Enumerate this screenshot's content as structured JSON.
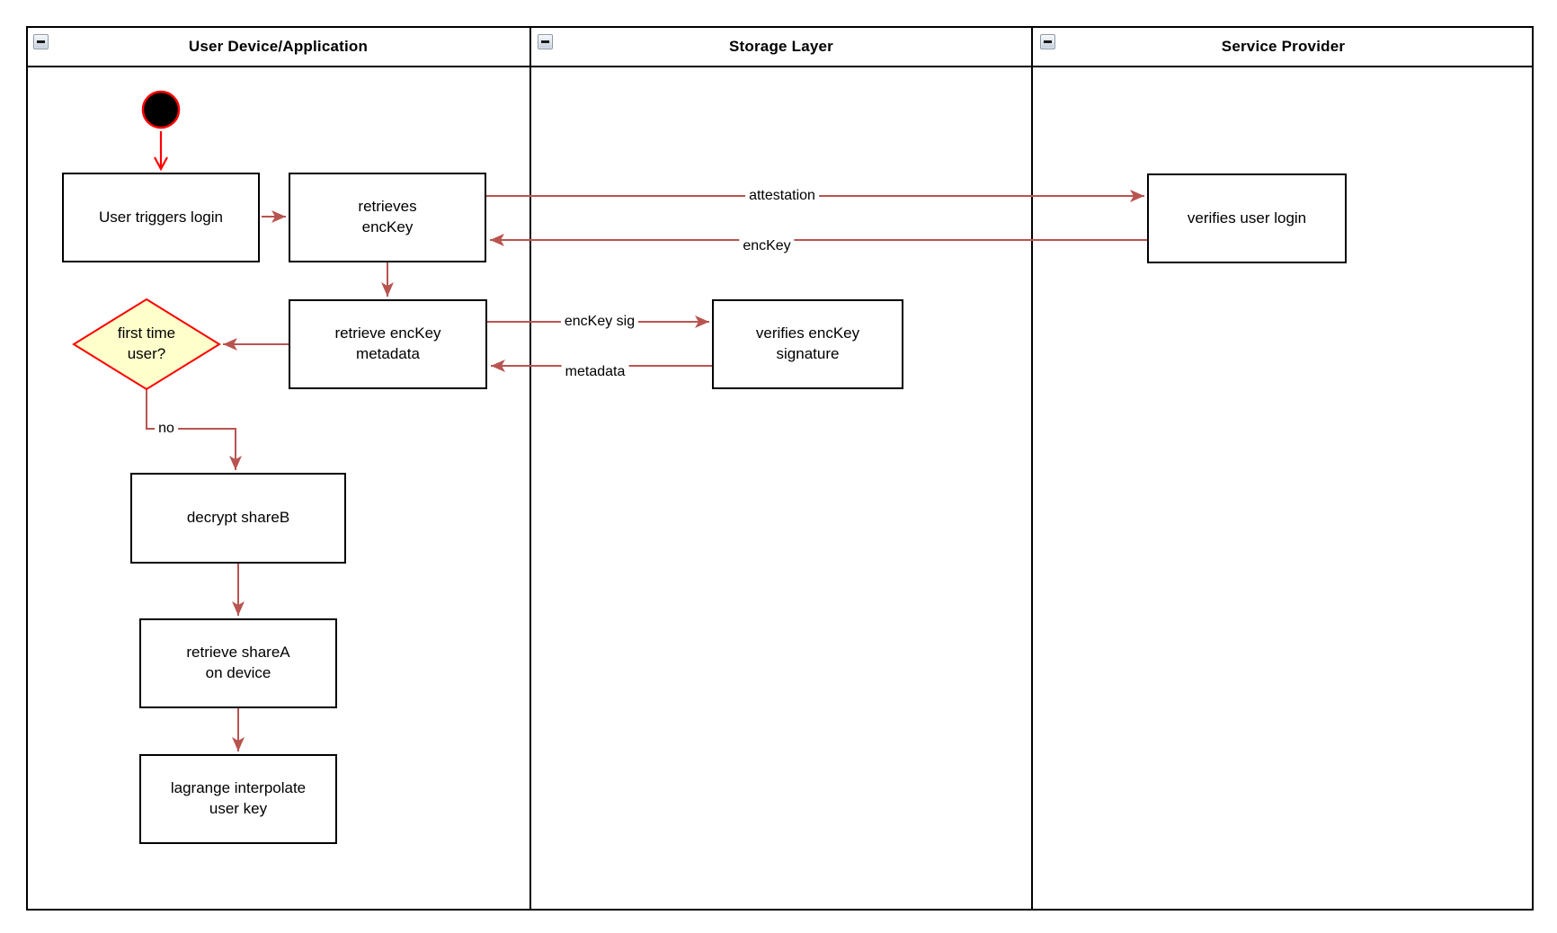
{
  "lanes": [
    {
      "title": "User Device/Application"
    },
    {
      "title": "Storage Layer"
    },
    {
      "title": "Service Provider"
    }
  ],
  "icons": {
    "collapse": "minus"
  },
  "nodes": {
    "start": {
      "type": "initial-node"
    },
    "user_triggers_login": {
      "label": "User triggers login"
    },
    "retrieves_enckey": {
      "label": "retrieves\nencKey"
    },
    "retrieve_enckey_metadata": {
      "label": "retrieve encKey\nmetadata"
    },
    "first_time_user": {
      "label": "first time\nuser?"
    },
    "decrypt_shareb": {
      "label": "decrypt shareB"
    },
    "retrieve_sharea": {
      "label": "retrieve shareA\non device"
    },
    "lagrange_interpolate": {
      "label": "lagrange interpolate\nuser key"
    },
    "verifies_enckey_signature": {
      "label": "verifies encKey\nsignature"
    },
    "verifies_user_login": {
      "label": "verifies user login"
    }
  },
  "edge_labels": {
    "attestation": "attestation",
    "enckey": "encKey",
    "enckey_sig": "encKey sig",
    "metadata": "metadata",
    "no_branch": "no"
  },
  "colors": {
    "flow_arrow": "#b85450",
    "start_accent": "#ff0000",
    "decision_fill": "#ffffcc",
    "decision_border": "#ff0000",
    "node_border": "#000000",
    "node_fill": "#ffffff"
  }
}
